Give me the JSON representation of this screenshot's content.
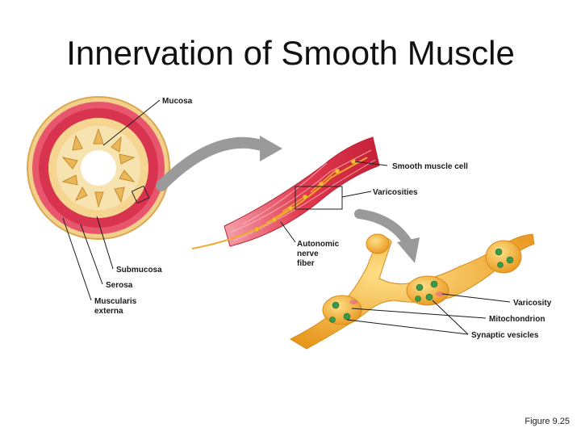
{
  "title": "Innervation of Smooth Muscle",
  "labels": {
    "mucosa": "Mucosa",
    "submucosa": "Submucosa",
    "serosa": "Serosa",
    "muscularis_line1": "Muscularis",
    "muscularis_line2": "externa",
    "smooth_muscle_cell": "Smooth muscle cell",
    "varicosities": "Varicosities",
    "autonomic_line1": "Autonomic",
    "autonomic_line2": "nerve",
    "autonomic_line3": "fiber",
    "varicosity": "Varicosity",
    "mitochondrion": "Mitochondrion",
    "synaptic_vesicles": "Synaptic vesicles"
  },
  "figure_caption": "Figure 9.25",
  "colors": {
    "muscle": "#e23a4e",
    "muscle_light": "#f08a98",
    "nerve": "#f0a830",
    "mitochondria": "#3a9a4a",
    "arrow": "#9a9a9a"
  }
}
